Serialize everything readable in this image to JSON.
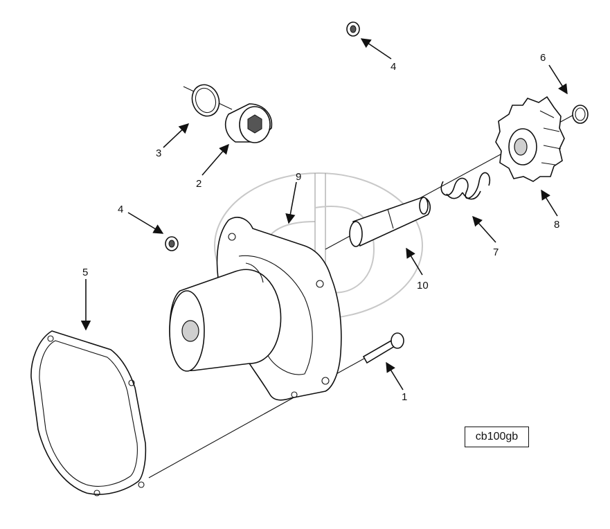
{
  "callouts": [
    {
      "id": "c1",
      "label": "1"
    },
    {
      "id": "c2",
      "label": "2"
    },
    {
      "id": "c3",
      "label": "3"
    },
    {
      "id": "c4a",
      "label": "4"
    },
    {
      "id": "c4b",
      "label": "4"
    },
    {
      "id": "c5",
      "label": "5"
    },
    {
      "id": "c6",
      "label": "6"
    },
    {
      "id": "c7",
      "label": "7"
    },
    {
      "id": "c8",
      "label": "8"
    },
    {
      "id": "c9",
      "label": "9"
    },
    {
      "id": "c10",
      "label": "10"
    }
  ],
  "reference_code": "cb100gb"
}
